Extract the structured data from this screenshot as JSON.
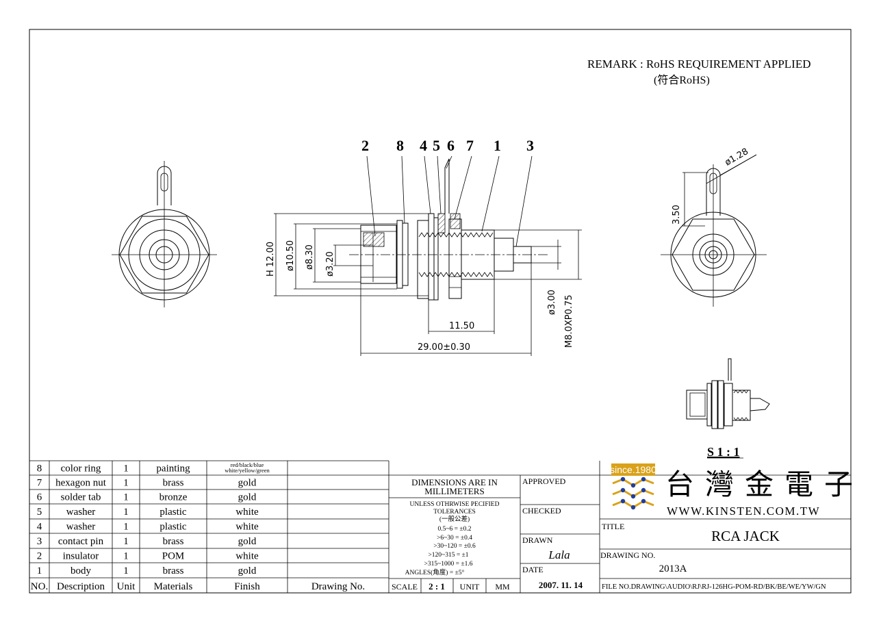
{
  "remark": {
    "line1": "REMARK : RoHS REQUIREMENT APPLIED",
    "line2": "(符合RoHS)"
  },
  "balloons": [
    "2",
    "8",
    "4",
    "5",
    "6",
    "7",
    "1",
    "3"
  ],
  "dimensions": {
    "h_label": "H 12.00",
    "d1050": "ø10.50",
    "d830": "ø8.30",
    "d320": "ø3.20",
    "len1150": "11.50",
    "len29": "29.00±0.30",
    "d300": "ø3.00",
    "thread": "M8.0XP0.75",
    "hole": "ø1.28",
    "tab": "3.50"
  },
  "scale_note": "S 1 : 1",
  "parts": {
    "headers": [
      "NO.",
      "Description",
      "Unit",
      "Materials",
      "Finish",
      "Drawing No."
    ],
    "rows": [
      {
        "no": "8",
        "desc": "color ring",
        "unit": "1",
        "mat": "painting",
        "finish1": "red/black/blue",
        "finish2": "white/yellow/green"
      },
      {
        "no": "7",
        "desc": "hexagon nut",
        "unit": "1",
        "mat": "brass",
        "finish1": "gold",
        "finish2": ""
      },
      {
        "no": "6",
        "desc": "solder tab",
        "unit": "1",
        "mat": "bronze",
        "finish1": "gold",
        "finish2": ""
      },
      {
        "no": "5",
        "desc": "washer",
        "unit": "1",
        "mat": "plastic",
        "finish1": "white",
        "finish2": ""
      },
      {
        "no": "4",
        "desc": "washer",
        "unit": "1",
        "mat": "plastic",
        "finish1": "white",
        "finish2": ""
      },
      {
        "no": "3",
        "desc": "contact pin",
        "unit": "1",
        "mat": "brass",
        "finish1": "gold",
        "finish2": ""
      },
      {
        "no": "2",
        "desc": "insulator",
        "unit": "1",
        "mat": "POM",
        "finish1": "white",
        "finish2": ""
      },
      {
        "no": "1",
        "desc": "body",
        "unit": "1",
        "mat": "brass",
        "finish1": "gold",
        "finish2": ""
      }
    ]
  },
  "tolerance": {
    "title1": "DIMENSIONS ARE IN",
    "title2": "MILLIMETERS",
    "l1": "UNLESS OTHRWISE PECIFIED",
    "l2": "TOLERANCES",
    "l3": "(一般公差)",
    "l4": "0.5~6 = ±0.2",
    "l5": ">6~30 = ±0.4",
    "l6": ">30~120 = ±0.6",
    "l7": ">120~315 = ±1",
    "l8": ">315~1000 = ±1.6",
    "l9": "ANGLES(角度) = ±5°"
  },
  "scale_row": {
    "scale_label": "SCALE",
    "scale_value": "2 : 1",
    "unit_label": "UNIT",
    "unit_value": "MM"
  },
  "signoff": {
    "approved": "APPROVED",
    "checked": "CHECKED",
    "drawn": "DRAWN",
    "drawn_by": "Lala",
    "date_label": "DATE",
    "date_value": "2007. 11. 14"
  },
  "company": {
    "since": "since.1980",
    "name_cn": "台灣金電子",
    "url": "WWW.KINSTEN.COM.TW",
    "brand_color": "#1f3f9a",
    "since_color": "#d9a21a"
  },
  "title_block": {
    "title_label": "TITLE",
    "title_value": "RCA JACK",
    "drawing_no_label": "DRAWING NO.",
    "drawing_no_value": "2013A",
    "file_no": "FILE NO.DRAWING\\AUDIO\\RJ\\RJ-126HG-POM-RD/BK/BE/WE/YW/GN"
  }
}
